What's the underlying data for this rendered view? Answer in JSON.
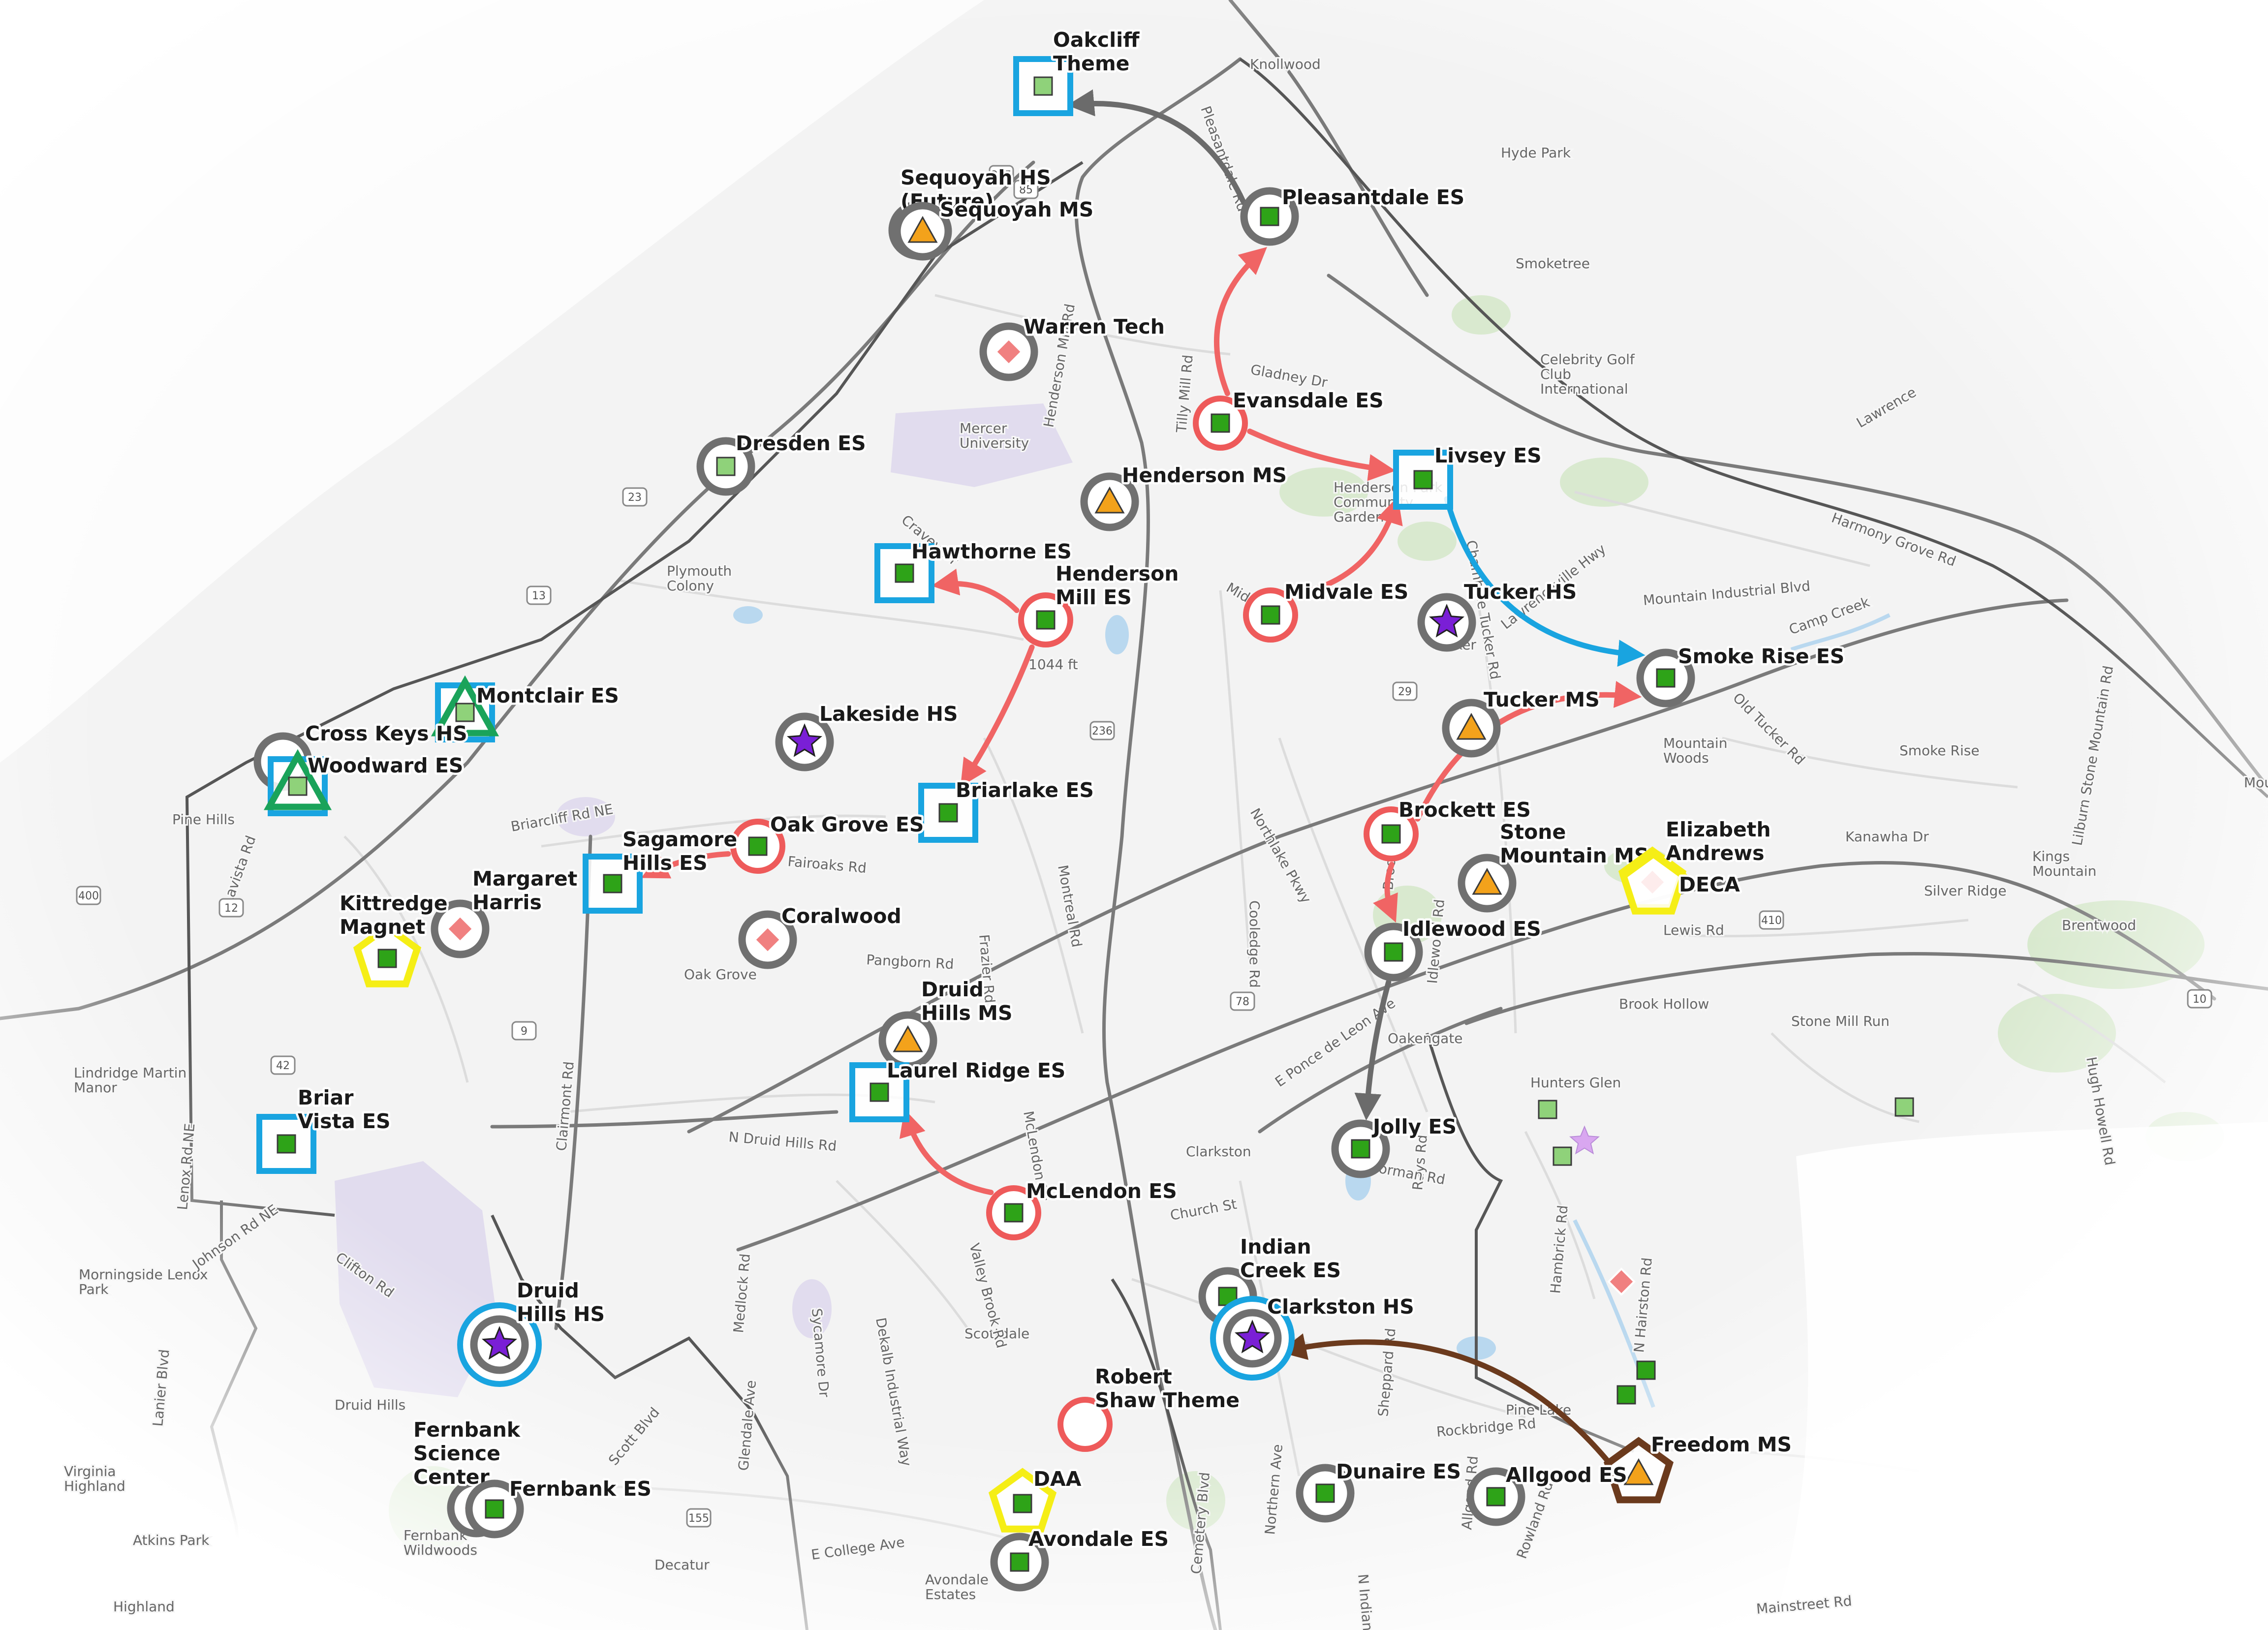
{
  "colors": {
    "gray_ring": "#707070",
    "red_ring": "#ee5a5a",
    "blue_box": "#19a4e0",
    "green_triangle": "#1aa35a",
    "yellow_pentagon": "#f5ee16",
    "brown_pentagon": "#6b3a1d",
    "green_square": "#2ea318",
    "light_green_square": "#8fd27a",
    "pink_diamond": "#f08080",
    "orange_triangle": "#f3a21b",
    "purple_star": "#7a1fd6",
    "red_arrow": "#f06464",
    "blue_arrow": "#19a4e0",
    "gray_arrow": "#6b6b6b",
    "brown_arrow": "#6b3a1d",
    "road": "#6e6e6e",
    "boundary": "#555555",
    "park": "#cfe5c2",
    "university": "#dcd6ec"
  },
  "place_labels": [
    "Knollwood",
    "Hyde Park",
    "Smoketree",
    "Celebrity Golf Club International",
    "Mercer University",
    "Henderson Park Community Garden",
    "Plymouth Colony",
    "Tucker",
    "Mountain Woods",
    "Smoke Rise",
    "Kings Mountain",
    "Brentwood",
    "Silver Ridge",
    "Brook Hollow",
    "Stone Mill Run",
    "Hunters Glen",
    "Oakengate",
    "Clarkston",
    "Scottdale",
    "Oak Grove",
    "Lindridge Martin Manor",
    "Morningside Lenox Park",
    "Druid Hills",
    "Virginia Highland",
    "Atkins Park",
    "Highland",
    "Decatur",
    "Avondale Estates",
    "Pine Hills",
    "Pine Lake",
    "Fernbank Wildwoods",
    "Mounta"
  ],
  "road_labels": [
    "Pleasantdale Rd",
    "Chamblee Tucker Rd",
    "Lawrenceville Hwy",
    "Mountain Industrial Blvd",
    "Old Tucker Rd",
    "Harmony Grove Rd",
    "Lawrence",
    "Briarcliff Rd NE",
    "Clairmont Rd",
    "N Druid Hills Rd",
    "Henderson Mill Rd",
    "Northlake Pkwy",
    "Cooledge Rd",
    "Montreal Rd",
    "Fairoaks Rd",
    "Frazier Rd",
    "Pangborn Rd",
    "Camp Creek",
    "Lewis Rd",
    "Kanawha Dr",
    "Lilburn Stone Mountain Rd",
    "Hugh Howell Rd",
    "Rays Rd",
    "E Ponce de Leon Ave",
    "Church St",
    "McLendon Dr",
    "Valley Brook Rd",
    "Scott Blvd",
    "Medlock Rd",
    "Sycamore Dr",
    "Dekalb Industrial Way",
    "Glendale Ave",
    "Rowland Rd",
    "Allgood Rd",
    "N Hairston Rd",
    "Mainstreet Rd",
    "E College Ave",
    "Clifton Rd",
    "Johnson Rd NE",
    "Lenox Rd NE",
    "Lanier Blvd",
    "Lavista Rd",
    "Gladney Dr",
    "Cravey Dr",
    "Midvale Rd",
    "Sheppard Rd",
    "Northern Ave",
    "Brockett Rd",
    "Idlewood Rd",
    "Norman Rd",
    "Hambrick Rd",
    "Rockbridge Rd",
    "N Indian Creek Dr",
    "Cemetery Blvd",
    "Tilly Mill Rd",
    "1044 ft"
  ],
  "schools": [
    {
      "name": "Oakcliff Theme",
      "ring": "none",
      "frame": "blue_box",
      "marker": "light_green_square"
    },
    {
      "name": "Pleasantdale ES",
      "ring": "gray",
      "frame": "none",
      "marker": "green_square"
    },
    {
      "name": "Sequoyah HS (Future)",
      "ring": "gray",
      "frame": "none",
      "marker": "purple_star"
    },
    {
      "name": "Sequoyah MS",
      "ring": "gray",
      "frame": "none",
      "marker": "orange_triangle"
    },
    {
      "name": "Warren Tech",
      "ring": "gray",
      "frame": "none",
      "marker": "pink_diamond"
    },
    {
      "name": "Evansdale ES",
      "ring": "red",
      "frame": "none",
      "marker": "green_square"
    },
    {
      "name": "Dresden ES",
      "ring": "gray",
      "frame": "none",
      "marker": "light_green_square"
    },
    {
      "name": "Henderson MS",
      "ring": "gray",
      "frame": "none",
      "marker": "orange_triangle"
    },
    {
      "name": "Livsey ES",
      "ring": "none",
      "frame": "blue_box",
      "marker": "green_square"
    },
    {
      "name": "Hawthorne ES",
      "ring": "none",
      "frame": "blue_box",
      "marker": "green_square"
    },
    {
      "name": "Henderson Mill ES",
      "ring": "red",
      "frame": "none",
      "marker": "green_square"
    },
    {
      "name": "Midvale ES",
      "ring": "red",
      "frame": "none",
      "marker": "green_square"
    },
    {
      "name": "Tucker HS",
      "ring": "gray",
      "frame": "none",
      "marker": "purple_star"
    },
    {
      "name": "Smoke Rise ES",
      "ring": "gray",
      "frame": "none",
      "marker": "green_square"
    },
    {
      "name": "Montclair ES",
      "ring": "none",
      "frame": "blue_box",
      "marker": "light_green_square",
      "extra": "green_triangle"
    },
    {
      "name": "Lakeside HS",
      "ring": "gray",
      "frame": "none",
      "marker": "purple_star"
    },
    {
      "name": "Tucker MS",
      "ring": "gray",
      "frame": "none",
      "marker": "orange_triangle"
    },
    {
      "name": "Cross Keys HS",
      "ring": "gray",
      "frame": "none",
      "marker": "none"
    },
    {
      "name": "Woodward ES",
      "ring": "none",
      "frame": "blue_box",
      "marker": "light_green_square",
      "extra": "green_triangle"
    },
    {
      "name": "Briarlake ES",
      "ring": "none",
      "frame": "blue_box",
      "marker": "green_square"
    },
    {
      "name": "Brockett ES",
      "ring": "red",
      "frame": "none",
      "marker": "green_square"
    },
    {
      "name": "Oak Grove ES",
      "ring": "red",
      "frame": "none",
      "marker": "green_square"
    },
    {
      "name": "Sagamore Hills ES",
      "ring": "none",
      "frame": "blue_box",
      "marker": "green_square"
    },
    {
      "name": "Stone Mountain MS",
      "ring": "gray",
      "frame": "none",
      "marker": "orange_triangle"
    },
    {
      "name": "Elizabeth Andrews",
      "ring": "none",
      "frame": "yellow_pentagon",
      "marker": "pink_diamond"
    },
    {
      "name": "DECA",
      "ring": "none",
      "frame": "yellow_pentagon",
      "marker": "none"
    },
    {
      "name": "Margaret Harris",
      "ring": "gray",
      "frame": "none",
      "marker": "pink_diamond"
    },
    {
      "name": "Kittredge Magnet",
      "ring": "none",
      "frame": "yellow_pentagon",
      "marker": "green_square"
    },
    {
      "name": "Coralwood",
      "ring": "gray",
      "frame": "none",
      "marker": "pink_diamond"
    },
    {
      "name": "Idlewood ES",
      "ring": "gray",
      "frame": "none",
      "marker": "green_square"
    },
    {
      "name": "Druid Hills MS",
      "ring": "gray",
      "frame": "none",
      "marker": "orange_triangle"
    },
    {
      "name": "Laurel Ridge ES",
      "ring": "none",
      "frame": "blue_box",
      "marker": "green_square"
    },
    {
      "name": "Briar Vista ES",
      "ring": "none",
      "frame": "blue_box",
      "marker": "green_square"
    },
    {
      "name": "Jolly ES",
      "ring": "gray",
      "frame": "none",
      "marker": "green_square"
    },
    {
      "name": "McLendon ES",
      "ring": "red",
      "frame": "none",
      "marker": "green_square"
    },
    {
      "name": "Druid Hills HS",
      "ring": "blue_gray",
      "frame": "none",
      "marker": "purple_star"
    },
    {
      "name": "Indian Creek ES",
      "ring": "gray",
      "frame": "none",
      "marker": "green_square"
    },
    {
      "name": "Clarkston HS",
      "ring": "blue_gray",
      "frame": "none",
      "marker": "purple_star"
    },
    {
      "name": "Robert Shaw Theme",
      "ring": "red",
      "frame": "none",
      "marker": "none"
    },
    {
      "name": "Freedom MS",
      "ring": "none",
      "frame": "brown_pentagon",
      "marker": "orange_triangle"
    },
    {
      "name": "Fernbank Science Center",
      "ring": "gray",
      "frame": "none",
      "marker": "pink_diamond"
    },
    {
      "name": "Fernbank ES",
      "ring": "gray",
      "frame": "none",
      "marker": "green_square"
    },
    {
      "name": "DAA",
      "ring": "none",
      "frame": "yellow_pentagon",
      "marker": "green_square"
    },
    {
      "name": "Dunaire ES",
      "ring": "gray",
      "frame": "none",
      "marker": "green_square"
    },
    {
      "name": "Allgood ES",
      "ring": "gray",
      "frame": "none",
      "marker": "green_square"
    },
    {
      "name": "Avondale ES",
      "ring": "gray",
      "frame": "none",
      "marker": "green_square"
    }
  ],
  "moves": [
    {
      "from": "Pleasantdale ES",
      "to": "Oakcliff Theme",
      "color": "gray_arrow"
    },
    {
      "from": "Evansdale ES",
      "to": "Pleasantdale ES",
      "color": "red_arrow"
    },
    {
      "from": "Evansdale ES",
      "to": "Livsey ES",
      "color": "red_arrow"
    },
    {
      "from": "Midvale ES",
      "to": "Livsey ES",
      "color": "red_arrow"
    },
    {
      "from": "Livsey ES",
      "to": "Smoke Rise ES",
      "color": "blue_arrow"
    },
    {
      "from": "Henderson Mill ES",
      "to": "Hawthorne ES",
      "color": "red_arrow"
    },
    {
      "from": "Henderson Mill ES",
      "to": "Briarlake ES",
      "color": "red_arrow"
    },
    {
      "from": "Oak Grove ES",
      "to": "Sagamore Hills ES",
      "color": "red_arrow"
    },
    {
      "from": "Brockett ES",
      "to": "Smoke Rise ES",
      "color": "red_arrow"
    },
    {
      "from": "Brockett ES",
      "to": "Idlewood ES",
      "color": "red_arrow"
    },
    {
      "from": "Idlewood ES",
      "to": "Jolly ES",
      "color": "gray_arrow"
    },
    {
      "from": "McLendon ES",
      "to": "Laurel Ridge ES",
      "color": "red_arrow"
    },
    {
      "from": "Freedom MS",
      "to": "Clarkston HS",
      "color": "brown_arrow"
    }
  ],
  "highway_shields": [
    "285",
    "85",
    "23",
    "13",
    "236",
    "29",
    "78",
    "410",
    "10",
    "42",
    "155",
    "400",
    "9",
    "12"
  ],
  "stray_markers": [
    "light_green_square",
    "light_green_square",
    "light_green_square",
    "green_square",
    "green_square",
    "pink_diamond",
    "light_purple_star"
  ]
}
